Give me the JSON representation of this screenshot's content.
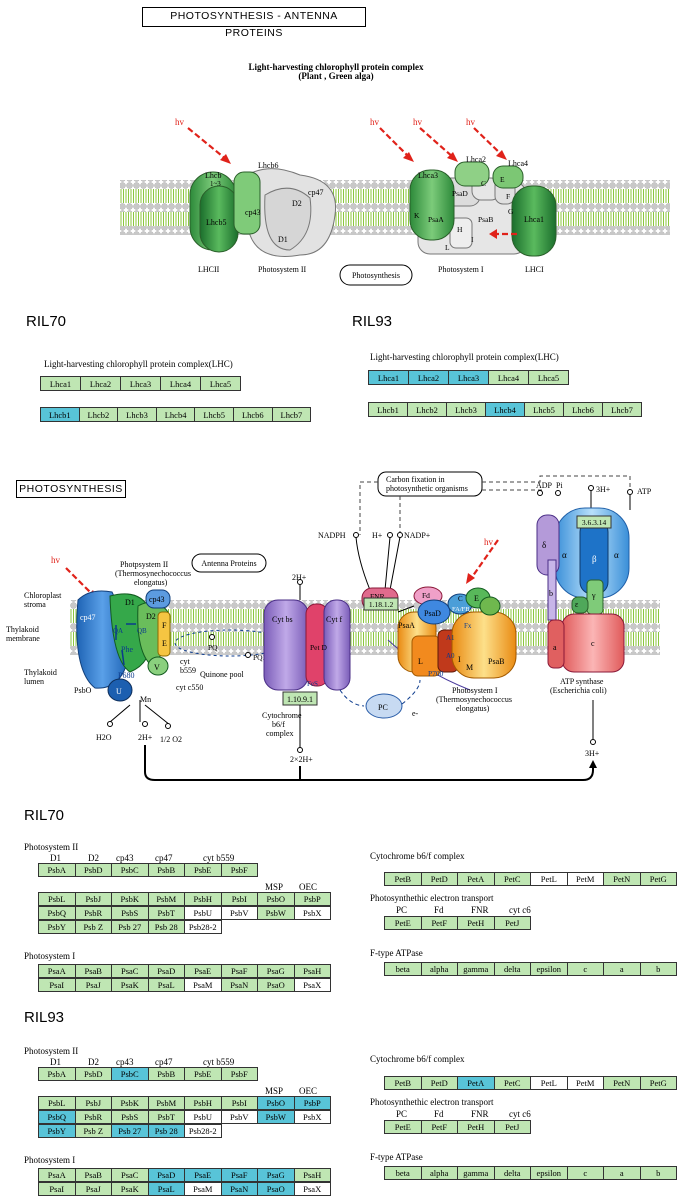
{
  "antenna_title": "PHOTOSYNTHESIS - ANTENNA PROTEINS",
  "photo_title": "PHOTOSYNTHESIS",
  "antenna_diagram": {
    "complex_title_line1": "Light-harvesting chlorophyll protein complex",
    "complex_title_line2": "(Plant , Green alga)",
    "hv": "hv",
    "lhcb6": "Lhcb6",
    "lhcb_top": "Lhcb",
    "lhcb_sub": "1~3",
    "lhcb5": "Lhcb5",
    "cp43": "cp43",
    "cp47": "cp47",
    "d1": "D1",
    "d2": "D2",
    "lhcii": "LHCII",
    "ps2": "Photosystem II",
    "photosynthesis_btn": "Photosynthesis",
    "lhca3": "Lhca3",
    "lhca2": "Lhca2",
    "lhca4": "Lhca4",
    "lhca1": "Lhca1",
    "psad": "PsaD",
    "psaa": "PsaA",
    "psab": "PsaB",
    "c": "C",
    "e": "E",
    "f": "F",
    "k": "K",
    "g": "G",
    "h": "H",
    "i": "I",
    "l": "L",
    "ps1": "Photosystem I",
    "lhci": "LHCI"
  },
  "lhc_headers": {
    "left_section": "RIL70",
    "right_section": "RIL93",
    "caption": "Light-harvesting chlorophyll protein complex(LHC)"
  },
  "lhc_left": {
    "row1": [
      {
        "t": "Lhca1",
        "c": "g"
      },
      {
        "t": "Lhca2",
        "c": "g"
      },
      {
        "t": "Lhca3",
        "c": "g"
      },
      {
        "t": "Lhca4",
        "c": "g"
      },
      {
        "t": "Lhca5",
        "c": "g"
      }
    ],
    "row2": [
      {
        "t": "Lhcb1",
        "c": "b"
      },
      {
        "t": "Lhcb2",
        "c": "g"
      },
      {
        "t": "Lhcb3",
        "c": "g"
      },
      {
        "t": "Lhcb4",
        "c": "g"
      },
      {
        "t": "Lhcb5",
        "c": "g"
      },
      {
        "t": "Lhcb6",
        "c": "g"
      },
      {
        "t": "Lhcb7",
        "c": "g"
      }
    ]
  },
  "lhc_right": {
    "row1": [
      {
        "t": "Lhca1",
        "c": "b"
      },
      {
        "t": "Lhca2",
        "c": "b"
      },
      {
        "t": "Lhca3",
        "c": "b"
      },
      {
        "t": "Lhca4",
        "c": "g"
      },
      {
        "t": "Lhca5",
        "c": "g"
      }
    ],
    "row2": [
      {
        "t": "Lhcb1",
        "c": "g"
      },
      {
        "t": "Lhcb2",
        "c": "g"
      },
      {
        "t": "Lhcb3",
        "c": "g"
      },
      {
        "t": "Lhcb4",
        "c": "b"
      },
      {
        "t": "Lhcb5",
        "c": "g"
      },
      {
        "t": "Lhcb6",
        "c": "g"
      },
      {
        "t": "Lhcb7",
        "c": "g"
      }
    ]
  },
  "photo_diagram": {
    "carbon_fixation_1": "Carbon fixation in",
    "carbon_fixation_2": "photosynthetic organisms",
    "adp": "ADP",
    "pi": "Pi",
    "h3plus": "3H+",
    "atp": "ATP",
    "nadph": "NADPH",
    "hplus": "H+",
    "nadpplus": "NADP+",
    "hv": "hv",
    "ps2_1": "Photpsystem II",
    "ps2_2": "(Thermosynechococcus",
    "ps2_3": "elongatus)",
    "antenna_btn": "Antenna Proteins",
    "h2plus": "2H+",
    "chloroplast_1": "Chloroplast",
    "chloroplast_2": "stroma",
    "thylakoid_m1": "Thylakoid",
    "thylakoid_m2": "membrane",
    "thylakoid_l1": "Thylakoid",
    "thylakoid_l2": "lumen",
    "psbo": "PsbO",
    "u": "U",
    "mn": "Mn",
    "v": "V",
    "cytb559_1": "cyt",
    "cytb559_2": "b559",
    "cytc550": "cyt c550",
    "h2o": "H2O",
    "twohplus": "2H+",
    "halfo2": "1/2 O2",
    "cp47": "cp47",
    "cp43": "cp43",
    "d1": "D1",
    "d2": "D2",
    "qa": "QA",
    "qb": "QB",
    "phe": "Phe",
    "p680": "P680",
    "f": "F",
    "e": "E",
    "pq": "PQ",
    "pqh2": "PQH2",
    "quinone": "Quinone pool",
    "cytbs": "Cyt bs",
    "petd": "Pet D",
    "cytf": "Cyt f",
    "fes": "FeS",
    "ec_cyt": "1.10.9.1",
    "cytb6f_1": "Cytochrome",
    "cytb6f_2": "b6/f",
    "cytb6f_3": "complex",
    "twotwohplus": "2×2H+",
    "fnr": "FNR",
    "ec_fnr": "1.18.1.2",
    "fd": "Fd",
    "psad": "PsaD",
    "psac": "C",
    "psae": "E",
    "fafb": "FA/FB",
    "fx": "Fx",
    "a1": "A1",
    "a0": "A0",
    "p700": "P700",
    "psaa": "PsaA",
    "psab": "PsaB",
    "l": "L",
    "i": "I",
    "m": "M",
    "pc": "PC",
    "eminus": "e-",
    "ps1_1": "Photosystem I",
    "ps1_2": "(Thermosynechococcus",
    "ps1_3": "elongatus)",
    "ec_atp": "3.6.3.14",
    "delta": "δ",
    "alpha": "α",
    "beta": "β",
    "gamma": "γ",
    "epsilon": "ε",
    "b": "b",
    "a": "a",
    "c": "c",
    "atpsynthase_1": "ATP synthase",
    "atpsynthase_2": "(Escherichia coli)",
    "threehplus": "3H+"
  },
  "ril70_label": "RIL70",
  "ril93_label": "RIL93",
  "psii_title": "Photosystem II",
  "psi_title": "Photosystem I",
  "cyt_title": "Cytochrome b6/f complex",
  "pet_title": "Photosynthethic electron transport",
  "atp_title": "F-type ATPase",
  "psii_labels": {
    "d1": "D1",
    "d2": "D2",
    "cp43": "cp43",
    "cp47": "cp47",
    "cytb559": "cyt b559",
    "msp": "MSP",
    "oec": "OEC"
  },
  "pet_labels": {
    "pc": "PC",
    "fd": "Fd",
    "fnr": "FNR",
    "cytc6": "cyt c6"
  },
  "ril70": {
    "psii_r1": [
      {
        "t": "PsbA",
        "c": "g"
      },
      {
        "t": "PsbD",
        "c": "g"
      },
      {
        "t": "PsbC",
        "c": "g"
      },
      {
        "t": "PsbB",
        "c": "g"
      },
      {
        "t": "PsbE",
        "c": "g"
      },
      {
        "t": "PsbF",
        "c": "g"
      }
    ],
    "psii_r2": [
      {
        "t": "PsbL",
        "c": "g"
      },
      {
        "t": "PsbJ",
        "c": "g"
      },
      {
        "t": "PsbK",
        "c": "g"
      },
      {
        "t": "PsbM",
        "c": "g"
      },
      {
        "t": "PsbH",
        "c": "g"
      },
      {
        "t": "PsbI",
        "c": "g"
      },
      {
        "t": "PsbO",
        "c": "g"
      },
      {
        "t": "PsbP",
        "c": "g"
      }
    ],
    "psii_r3": [
      {
        "t": "PsbQ",
        "c": "g"
      },
      {
        "t": "PsbR",
        "c": "g"
      },
      {
        "t": "PsbS",
        "c": "g"
      },
      {
        "t": "PsbT",
        "c": "g"
      },
      {
        "t": "PsbU",
        "c": "w"
      },
      {
        "t": "PsbV",
        "c": "w"
      },
      {
        "t": "PsbW",
        "c": "g"
      },
      {
        "t": "PsbX",
        "c": "w"
      }
    ],
    "psii_r4": [
      {
        "t": "PsbY",
        "c": "g"
      },
      {
        "t": "Psb Z",
        "c": "g"
      },
      {
        "t": "Psb 27",
        "c": "g"
      },
      {
        "t": "Psb 28",
        "c": "g"
      },
      {
        "t": "Psb28-2",
        "c": "w"
      }
    ],
    "psi_r1": [
      {
        "t": "PsaA",
        "c": "g"
      },
      {
        "t": "PsaB",
        "c": "g"
      },
      {
        "t": "PsaC",
        "c": "g"
      },
      {
        "t": "PsaD",
        "c": "g"
      },
      {
        "t": "PsaE",
        "c": "g"
      },
      {
        "t": "PsaF",
        "c": "g"
      },
      {
        "t": "PsaG",
        "c": "g"
      },
      {
        "t": "PsaH",
        "c": "g"
      }
    ],
    "psi_r2": [
      {
        "t": "PsaI",
        "c": "g"
      },
      {
        "t": "PsaJ",
        "c": "g"
      },
      {
        "t": "PsaK",
        "c": "g"
      },
      {
        "t": "PsaL",
        "c": "g"
      },
      {
        "t": "PsaM",
        "c": "w"
      },
      {
        "t": "PsaN",
        "c": "g"
      },
      {
        "t": "PsaO",
        "c": "g"
      },
      {
        "t": "PsaX",
        "c": "w"
      }
    ],
    "cyt": [
      {
        "t": "PetB",
        "c": "g"
      },
      {
        "t": "PetD",
        "c": "g"
      },
      {
        "t": "PetA",
        "c": "g"
      },
      {
        "t": "PetC",
        "c": "g"
      },
      {
        "t": "PetL",
        "c": "w"
      },
      {
        "t": "PetM",
        "c": "w"
      },
      {
        "t": "PetN",
        "c": "g"
      },
      {
        "t": "PetG",
        "c": "g"
      }
    ],
    "pet": [
      {
        "t": "PetE",
        "c": "g"
      },
      {
        "t": "PetF",
        "c": "g"
      },
      {
        "t": "PetH",
        "c": "g"
      },
      {
        "t": "PetJ",
        "c": "g"
      }
    ],
    "atp": [
      {
        "t": "beta",
        "c": "g"
      },
      {
        "t": "alpha",
        "c": "g"
      },
      {
        "t": "gamma",
        "c": "g"
      },
      {
        "t": "delta",
        "c": "g"
      },
      {
        "t": "epsilon",
        "c": "g"
      },
      {
        "t": "c",
        "c": "g"
      },
      {
        "t": "a",
        "c": "g"
      },
      {
        "t": "b",
        "c": "g"
      }
    ]
  },
  "ril93": {
    "psii_r1": [
      {
        "t": "PsbA",
        "c": "g"
      },
      {
        "t": "PsbD",
        "c": "g"
      },
      {
        "t": "PsbC",
        "c": "b"
      },
      {
        "t": "PsbB",
        "c": "g"
      },
      {
        "t": "PsbE",
        "c": "g"
      },
      {
        "t": "PsbF",
        "c": "g"
      }
    ],
    "psii_r2": [
      {
        "t": "PsbL",
        "c": "g"
      },
      {
        "t": "PsbJ",
        "c": "g"
      },
      {
        "t": "PsbK",
        "c": "g"
      },
      {
        "t": "PsbM",
        "c": "g"
      },
      {
        "t": "PsbH",
        "c": "g"
      },
      {
        "t": "PsbI",
        "c": "g"
      },
      {
        "t": "PsbO",
        "c": "b"
      },
      {
        "t": "PsbP",
        "c": "b"
      }
    ],
    "psii_r3": [
      {
        "t": "PsbQ",
        "c": "b"
      },
      {
        "t": "PsbR",
        "c": "g"
      },
      {
        "t": "PsbS",
        "c": "g"
      },
      {
        "t": "PsbT",
        "c": "g"
      },
      {
        "t": "PsbU",
        "c": "w"
      },
      {
        "t": "PsbV",
        "c": "w"
      },
      {
        "t": "PsbW",
        "c": "b"
      },
      {
        "t": "PsbX",
        "c": "w"
      }
    ],
    "psii_r4": [
      {
        "t": "PsbY",
        "c": "b"
      },
      {
        "t": "Psb Z",
        "c": "g"
      },
      {
        "t": "Psb 27",
        "c": "b"
      },
      {
        "t": "Psb 28",
        "c": "b"
      },
      {
        "t": "Psb28-2",
        "c": "w"
      }
    ],
    "psi_r1": [
      {
        "t": "PsaA",
        "c": "g"
      },
      {
        "t": "PsaB",
        "c": "g"
      },
      {
        "t": "PsaC",
        "c": "g"
      },
      {
        "t": "PsaD",
        "c": "b"
      },
      {
        "t": "PsaE",
        "c": "b"
      },
      {
        "t": "PsaF",
        "c": "b"
      },
      {
        "t": "PsaG",
        "c": "b"
      },
      {
        "t": "PsaH",
        "c": "g"
      }
    ],
    "psi_r2": [
      {
        "t": "PsaI",
        "c": "g"
      },
      {
        "t": "PsaJ",
        "c": "g"
      },
      {
        "t": "PsaK",
        "c": "g"
      },
      {
        "t": "PsaL",
        "c": "b"
      },
      {
        "t": "PsaM",
        "c": "w"
      },
      {
        "t": "PsaN",
        "c": "b"
      },
      {
        "t": "PsaO",
        "c": "b"
      },
      {
        "t": "PsaX",
        "c": "w"
      }
    ],
    "cyt": [
      {
        "t": "PetB",
        "c": "g"
      },
      {
        "t": "PetD",
        "c": "g"
      },
      {
        "t": "PetA",
        "c": "b"
      },
      {
        "t": "PetC",
        "c": "g"
      },
      {
        "t": "PetL",
        "c": "w"
      },
      {
        "t": "PetM",
        "c": "w"
      },
      {
        "t": "PetN",
        "c": "g"
      },
      {
        "t": "PetG",
        "c": "g"
      }
    ],
    "pet": [
      {
        "t": "PetE",
        "c": "g"
      },
      {
        "t": "PetF",
        "c": "g"
      },
      {
        "t": "PetH",
        "c": "g"
      },
      {
        "t": "PetJ",
        "c": "g"
      }
    ],
    "atp": [
      {
        "t": "beta",
        "c": "g"
      },
      {
        "t": "alpha",
        "c": "g"
      },
      {
        "t": "gamma",
        "c": "g"
      },
      {
        "t": "delta",
        "c": "g"
      },
      {
        "t": "epsilon",
        "c": "g"
      },
      {
        "t": "c",
        "c": "g"
      },
      {
        "t": "a",
        "c": "g"
      },
      {
        "t": "b",
        "c": "g"
      }
    ]
  },
  "colors": {
    "green": "#bfe6b3",
    "blue": "#58c4d8",
    "white": "#ffffff",
    "membrane": "#9ccc5a",
    "arrow_red": "#e0221a"
  }
}
